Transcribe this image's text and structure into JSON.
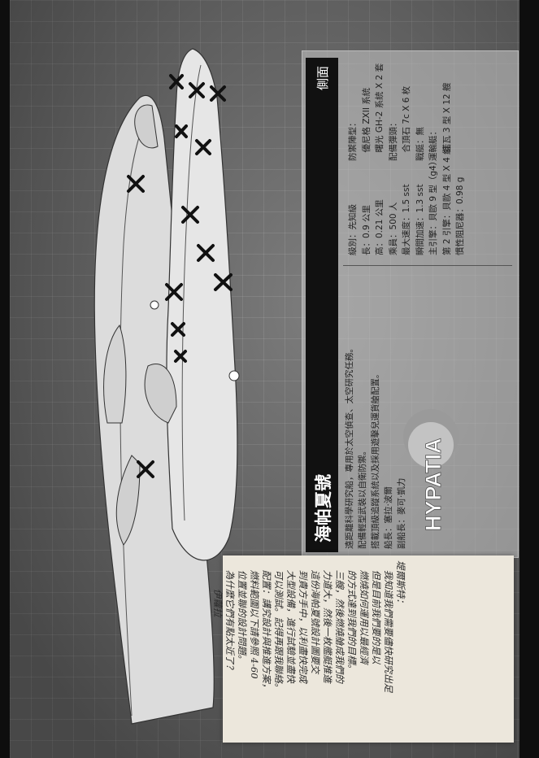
{
  "header": {
    "ship_name": "海帕夏號",
    "side_view": "側面"
  },
  "description": {
    "lines": [
      "遠距離科學研究船，專用於太空偵查、太空研究任務。",
      "配備輕型武裝以自衛防禦。",
      "搭載頂級追蹤系統以及採用遊擊兒運貨艙配置。",
      "船長：塞拉‧波爾",
      "副船長：麥可‧凱力"
    ]
  },
  "logo": {
    "text": "HYPATIA"
  },
  "specs": {
    "col1": [
      "級別：先知級",
      "長：0.9 公里",
      "高：0.21 公里",
      "乘員：500 人",
      "最大速度：1.5 sst",
      "瞬間加速：1.3 sst",
      "主引擎：貝歐 9 型（g4）",
      "第 2 引擎：貝歐 4 型 X 4 組",
      "慣性阻尼器：0.98 g"
    ],
    "col2": [
      "防禦陣型：",
      "　優尼格 ZXII 系統",
      "　曙光 GH-2 系統 X 2 套",
      "配備彈頭：",
      "　合頂石 7c X 6 枚",
      "戰艇：無",
      "運輸艇：",
      "　諾瓦 3 型 X 12 艘"
    ]
  },
  "note": {
    "lines": [
      "堤爾斯特：",
      "　我知道我們需要儘快研究出足",
      "　但是目前我們要的是以",
      "　燃燒如何運用以最經濟",
      "　的方式達到我們的目標。",
      "　三艘，然後燃燒艙成我們的",
      "　力道大，然後一枚艦艇推進",
      "　這份海帕夏號設計圖要交",
      "　到貴方手中，以利盡快完成",
      "　大型設備，進行試驗並盡快",
      "　可以測試。記得再跟我聯絡。",
      "　配置：講究設計與推進方案，",
      "　燃料範圍以下請參照 4-60",
      "　位置並聯的設計問題。",
      "　為什麼它們有點太近了？",
      "　　　伊蘿拉"
    ]
  },
  "colors": {
    "background": "#6e6e6e",
    "title_bar": "#111111",
    "panel": "#c8c8c8",
    "note_paper": "#ece7dc",
    "x_marks": "#111111"
  }
}
